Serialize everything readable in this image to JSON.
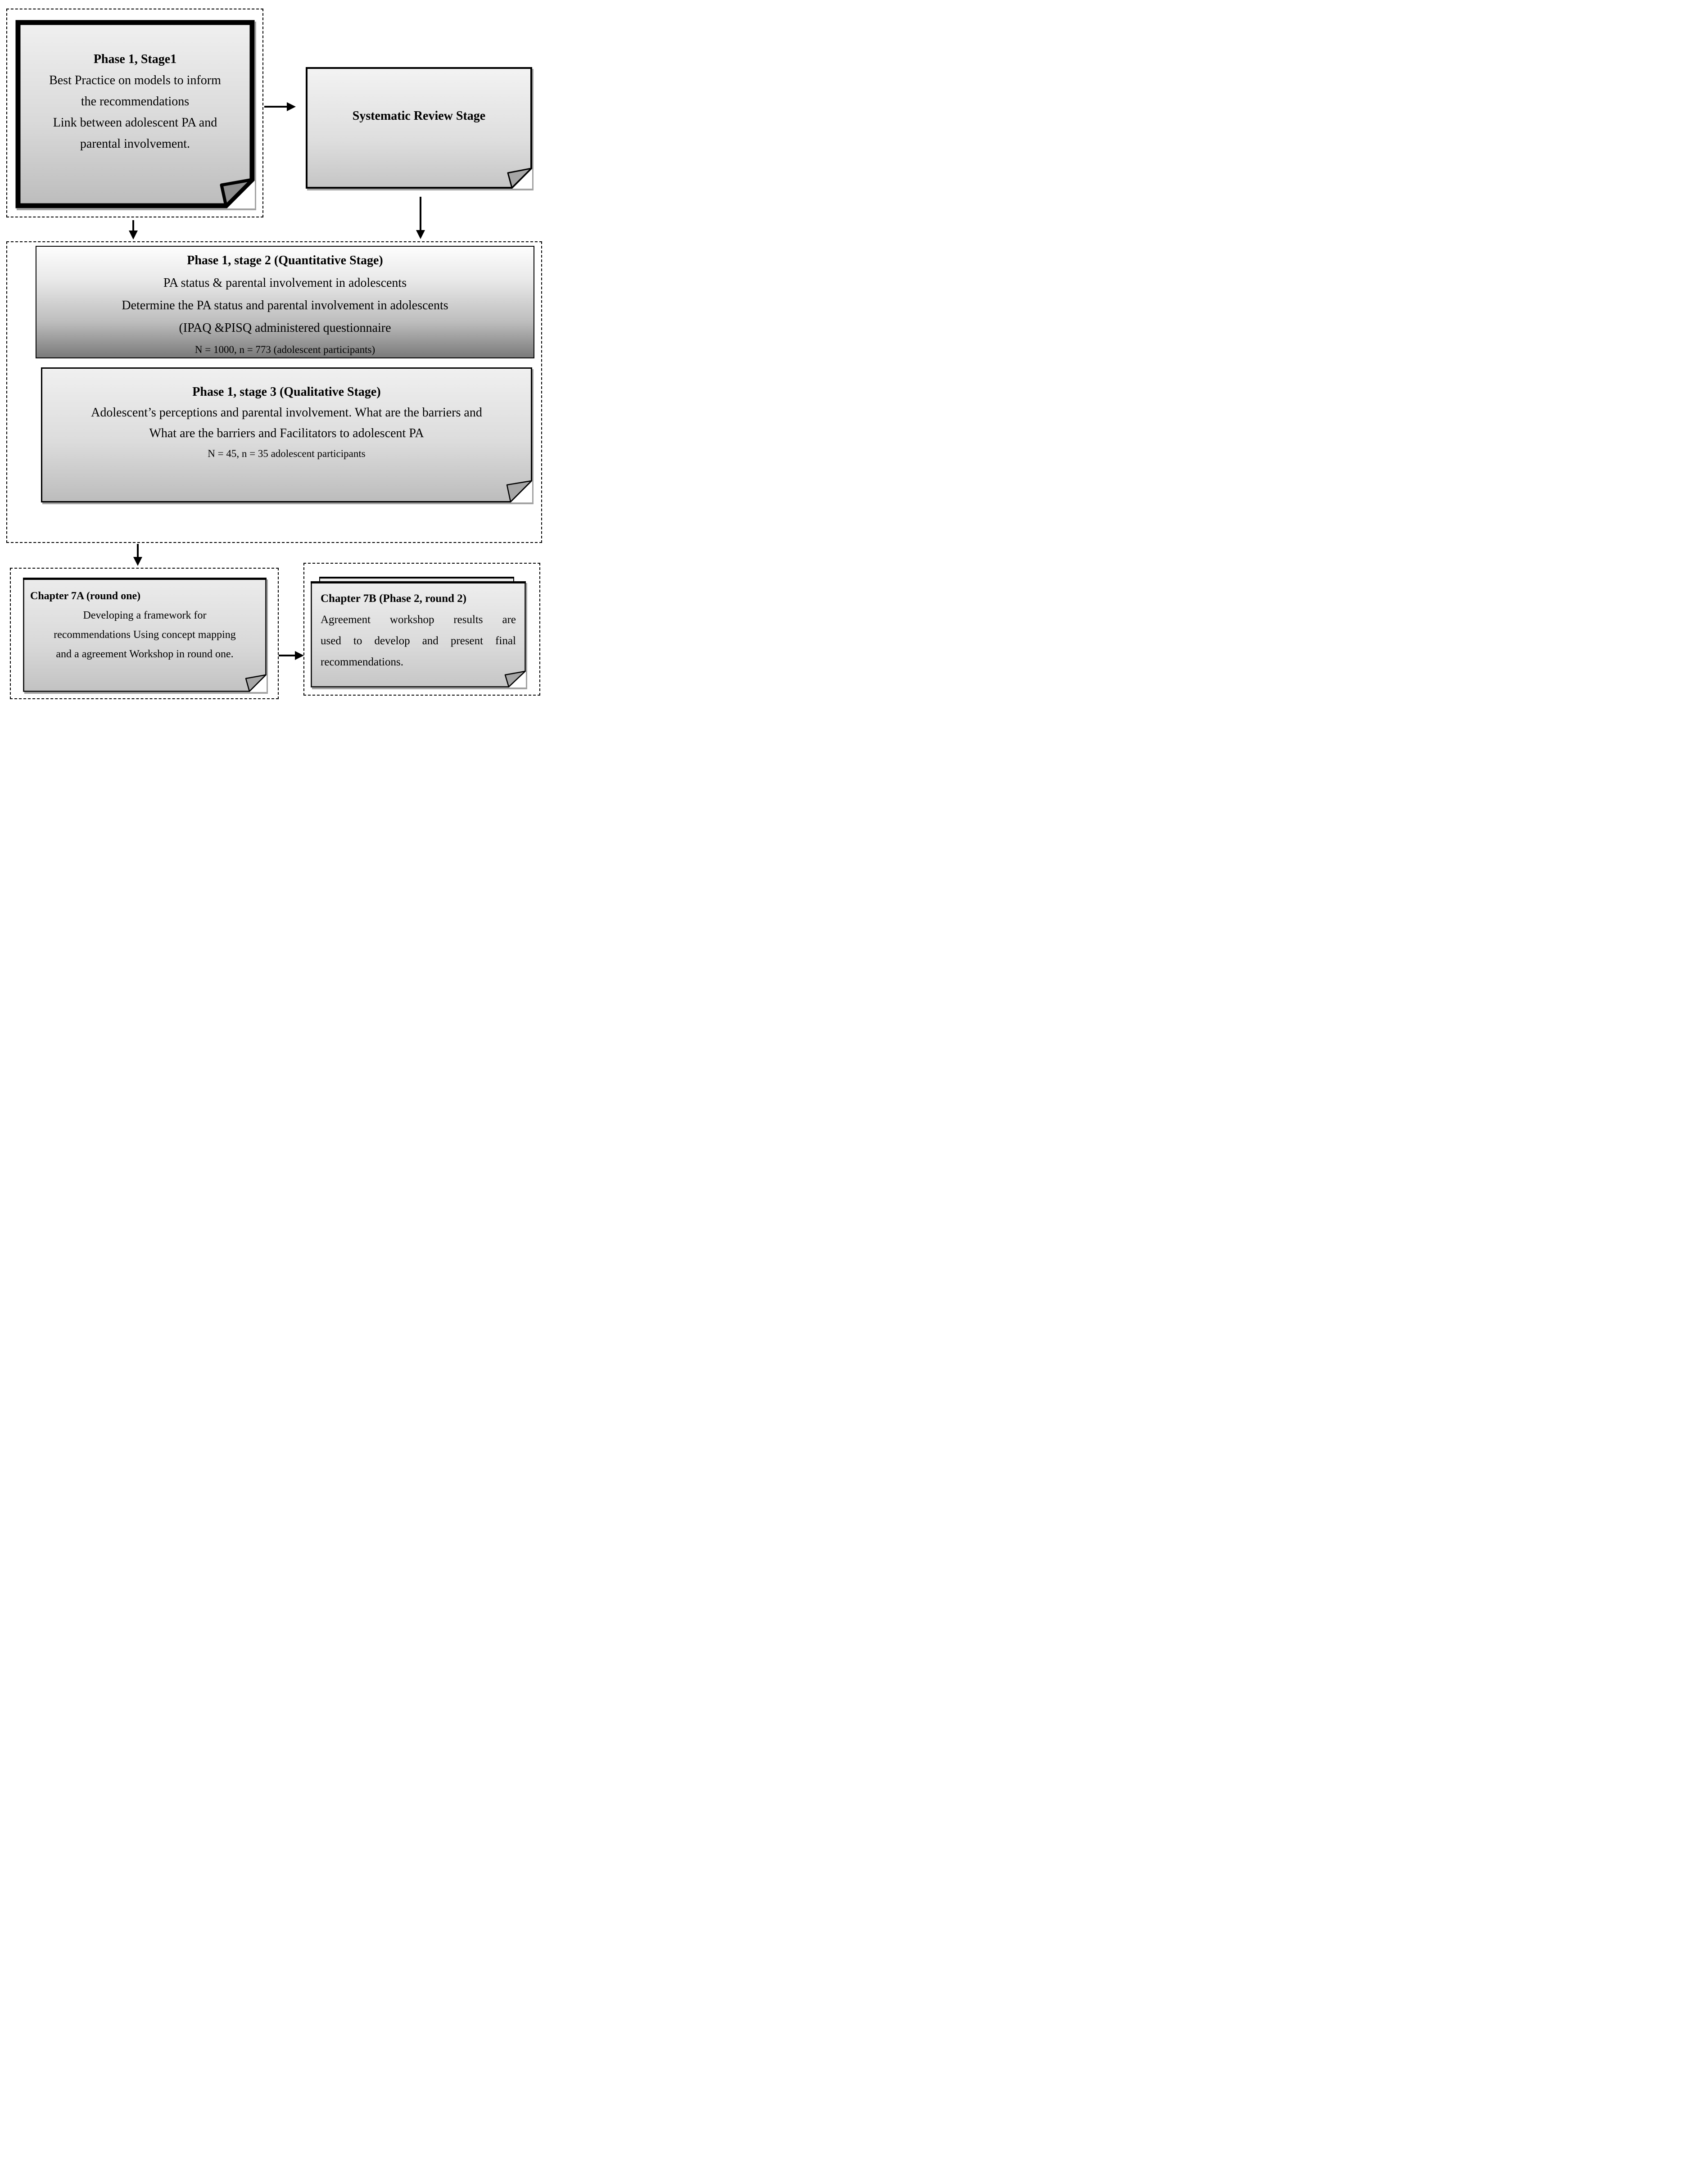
{
  "diagram": {
    "phase1_stage1": {
      "title": "Phase 1, Stage1",
      "lines": [
        "Best Practice on models to inform",
        "the recommendations",
        "Link between adolescent PA and",
        "parental involvement."
      ]
    },
    "systematic_review": {
      "label": "Systematic Review Stage"
    },
    "phase1_stage2": {
      "title": "Phase 1, stage 2 (Quantitative Stage)",
      "lines": [
        "PA status & parental involvement in adolescents",
        "Determine the PA status and parental involvement in adolescents",
        "(IPAQ &PISQ administered questionnaire",
        "N = 1000, n = 773 (adolescent participants)"
      ]
    },
    "phase1_stage3": {
      "title": "Phase 1, stage 3 (Qualitative Stage)",
      "lines": [
        "Adolescent’s perceptions and parental involvement. What are the barriers and",
        "What are the barriers and Facilitators to adolescent PA",
        "N = 45, n = 35 adolescent participants"
      ]
    },
    "chapter7a": {
      "title": "Chapter 7A (round one)",
      "lines": [
        "Developing a framework for",
        "recommendations Using concept mapping",
        "and a agreement Workshop in round one."
      ]
    },
    "chapter7b": {
      "title": "Chapter 7B (Phase 2, round 2)",
      "lines": [
        "Agreement workshop results are",
        "used to develop and present final",
        "recommendations."
      ]
    },
    "colors": {
      "ink": "#000000",
      "paper_top": "#f2f2f2",
      "paper_bottom": "#bdbdbd",
      "stage2_bottom": "#7a7a7a",
      "fold_fill": "#9c9c9c"
    }
  }
}
